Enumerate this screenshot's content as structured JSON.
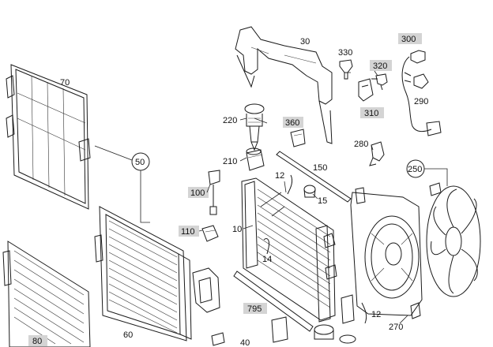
{
  "labels": {
    "l70": "70",
    "l50": "50",
    "l60": "60",
    "l80": "80",
    "l30": "30",
    "l330": "330",
    "l300": "300",
    "l320": "320",
    "l290": "290",
    "l310": "310",
    "l220": "220",
    "l360": "360",
    "l210": "210",
    "l280": "280",
    "l150": "150",
    "l12a": "12",
    "l15": "15",
    "l100": "100",
    "l10": "10",
    "l110": "110",
    "l14": "14",
    "l250": "250",
    "l795": "795",
    "l40": "40",
    "l12b": "12",
    "l270": "270"
  }
}
